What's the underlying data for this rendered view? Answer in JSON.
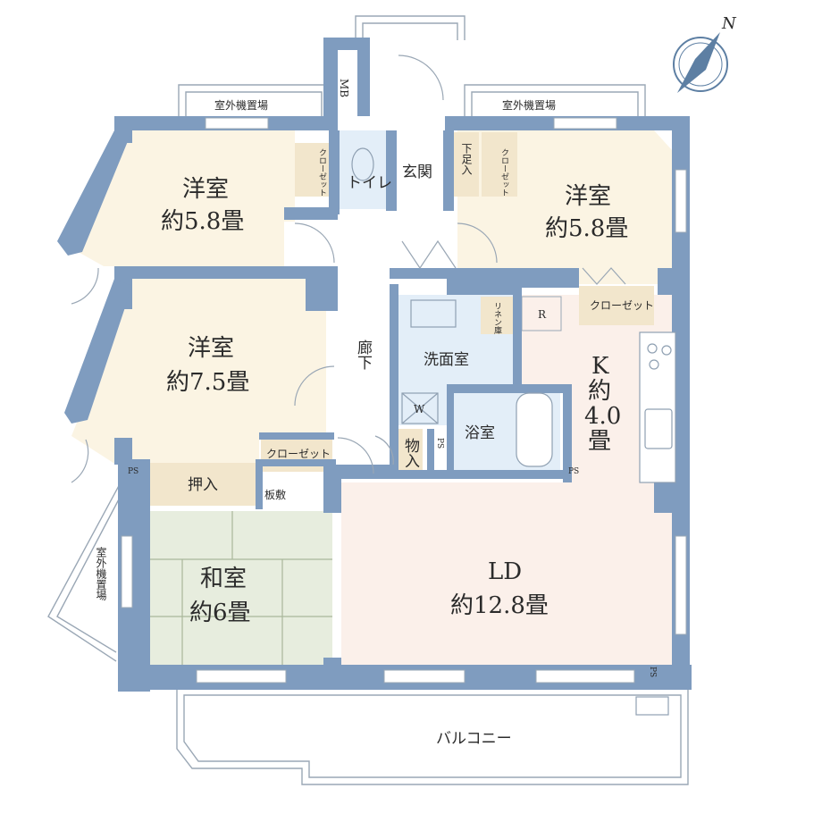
{
  "colors": {
    "wall": "#7f9cbf",
    "western_room": "#fbf4e3",
    "japanese_room": "#e7edde",
    "ldk": "#fbf0ea",
    "wet_area": "#e3eef8",
    "storage": "#f2e6cc",
    "hall": "#ffffff",
    "text": "#2b2b2b"
  },
  "compass": {
    "letter": "N"
  },
  "labels": {
    "outdoor_unit_left": "室外機置場",
    "outdoor_unit_right": "室外機置場",
    "outdoor_unit_side": "室外機置場",
    "mb": "MB",
    "toilet": "トイレ",
    "entrance": "玄関",
    "shoe_box": "下足入",
    "closet_small": "クローゼット",
    "closet": "クローゼット",
    "corridor": "廊下",
    "linen": "リネン庫",
    "fridge": "R",
    "washroom": "洗面室",
    "washer": "W",
    "bathroom": "浴室",
    "storage": "物入",
    "ps": "PS",
    "oshiire": "押入",
    "itajiki": "板敷",
    "balcony": "バルコニー"
  },
  "rooms": {
    "western_1": {
      "name": "洋室",
      "size": "約5.8畳"
    },
    "western_2": {
      "name": "洋室",
      "size": "約5.8畳"
    },
    "western_3": {
      "name": "洋室",
      "size": "約7.5畳"
    },
    "japanese": {
      "name": "和室",
      "size": "約6畳"
    },
    "ld": {
      "name": "LD",
      "size": "約12.8畳"
    },
    "kitchen": {
      "name": "K",
      "size_lines": [
        "約",
        "4.0",
        "畳"
      ]
    }
  }
}
